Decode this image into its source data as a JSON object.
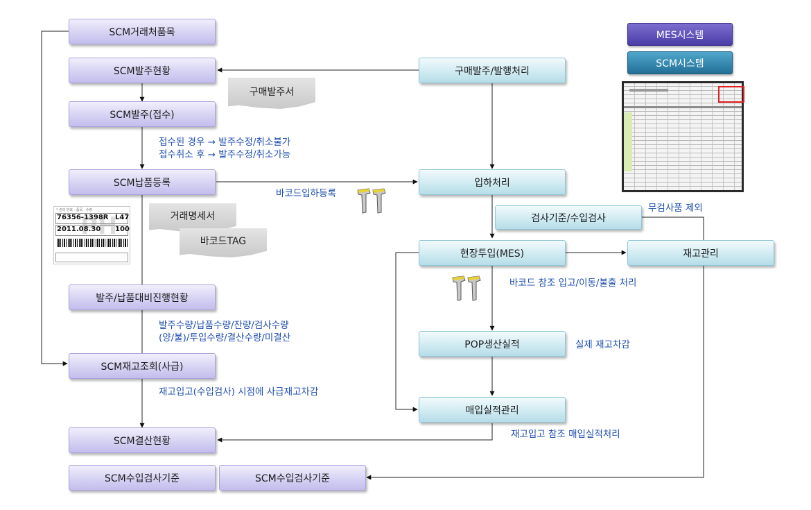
{
  "legend": {
    "mes": "MES시스템",
    "scm": "SCM시스템"
  },
  "scm": {
    "trade_items": "SCM거래처품목",
    "order_status": "SCM발주현황",
    "order_receipt": "SCM발주(접수)",
    "delivery_reg": "SCM납품등록",
    "progress": "발주/납품대비진행현황",
    "inventory": "SCM재고조회(사급)",
    "settlement": "SCM결산현황",
    "inspection_std_1": "SCM수입검사기준",
    "inspection_std_2": "SCM수입검사기준"
  },
  "mes": {
    "purchase_order": "구매발주/발행처리",
    "receiving": "입하처리",
    "inspection": "검사기준/수입검사",
    "field_input": "현장투입(MES)",
    "stock_mgmt": "재고관리",
    "pop_result": "POP생산실적",
    "purchase_result": "매입실적관리"
  },
  "docs": {
    "purchase_order_doc": "구매발주서",
    "trade_statement": "거래명세서",
    "barcode_tag": "바코드TAG"
  },
  "notes": {
    "receipt_rule_1": "접수된 경우 → 발주수정/취소불가",
    "receipt_rule_2": "접수취소 후 → 발주수정/취소가능",
    "barcode_receiving": "바코드입하등록",
    "no_inspection": "무검사품 제외",
    "barcode_ref": "바코드 참조 입고/이동/불출 처리",
    "actual_deduct": "실제 재고차감",
    "progress_detail_1": "발주수량/납품수량/잔량/검사수량",
    "progress_detail_2": "(양/불)/투입수량/결산수량/미결산",
    "stock_deduct": "재고입고(수입검사) 시점에 사급재고차감",
    "purchase_ref": "재고입고 참조 매입실적처리"
  },
  "barcode_label": {
    "header": "* 관리 번호 · 품목 · 수량",
    "code": "76356-1398R",
    "rev": "L47",
    "date": "2011.08.30",
    "qty": "100",
    "watermark": "PH"
  }
}
